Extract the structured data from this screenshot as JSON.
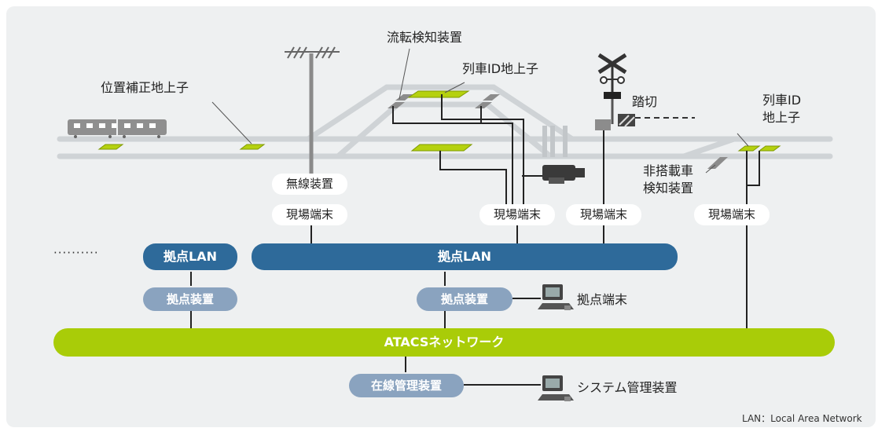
{
  "labels": {
    "position_correction": "位置補正地上子",
    "rotation_detector": "流転検知装置",
    "train_id_center": "列車ID地上子",
    "crossing": "踏切",
    "train_id_right_line1": "列車ID",
    "train_id_right_line2": "地上子",
    "non_equipped_line1": "非搭載車",
    "non_equipped_line2": "検知装置"
  },
  "bubbles": {
    "radio": "無線装置",
    "field_terminal_1": "現場端末",
    "field_terminal_2": "現場端末",
    "field_terminal_3": "現場端末",
    "field_terminal_4": "現場端末"
  },
  "lan": {
    "left": "拠点LAN",
    "main": "拠点LAN",
    "ellipsis": "··········"
  },
  "devices": {
    "base_device_left": "拠点装置",
    "base_device_center": "拠点装置",
    "base_terminal": "拠点端末",
    "line_manager": "在線管理装置",
    "system_manager": "システム管理装置"
  },
  "network": {
    "label": "ATACSネットワーク"
  },
  "footnote": "LAN：Local Area Network",
  "colors": {
    "lan_blue": "#2e6a9a",
    "device_gray_blue": "#8aa3bf",
    "network_green": "#a9cc08",
    "rail_gray": "#cfd3d6",
    "transponder_green": "#b5d10f",
    "panel_bg": "#eef0f1"
  },
  "icons": [
    "train-icon",
    "antenna-icon",
    "railroad-crossing-icon",
    "point-machine-icon",
    "computer-terminal-icon"
  ]
}
